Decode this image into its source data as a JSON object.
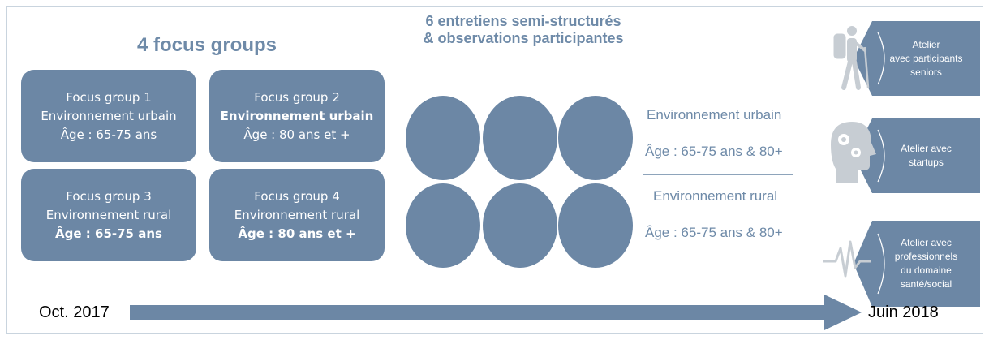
{
  "focus_groups": {
    "title": "4 focus groups",
    "groups": [
      {
        "name": "Focus group 1",
        "environment": "Environnement urbain",
        "age": "Âge : 65-75 ans"
      },
      {
        "name": "Focus group 2",
        "environment": "Environnement urbain",
        "age": "Âge : 80 ans et +"
      },
      {
        "name": "Focus group 3",
        "environment": "Environnement rural",
        "age": "Âge : 65-75 ans"
      },
      {
        "name": "Focus group 4",
        "environment": "Environnement rural",
        "age": "Âge : 80 ans et +"
      }
    ]
  },
  "interviews": {
    "title_line1": "6 entretiens semi-structurés",
    "title_line2": "& observations participantes",
    "urban": {
      "environment": "Environnement urbain",
      "age": "Âge : 65-75 ans & 80+"
    },
    "rural": {
      "environment": "Environnement rural",
      "age": "Âge : 65-75 ans & 80+"
    }
  },
  "workshops": [
    {
      "icon": "hiker-icon",
      "lines": [
        "Atelier",
        "avec participants",
        "seniors"
      ]
    },
    {
      "icon": "head-gears-icon",
      "lines": [
        "Atelier avec",
        "startups"
      ]
    },
    {
      "icon": "heartbeat-icon",
      "lines": [
        "Atelier avec",
        "professionnels",
        "du domaine",
        "santé/social"
      ]
    }
  ],
  "timeline": {
    "start": "Oct. 2017",
    "end": "Juin 2018"
  },
  "colors": {
    "box": "#6c87a5",
    "heading": "#6e8aa8",
    "arrow": "#6c87a5",
    "icon": "#c7cdd3"
  }
}
